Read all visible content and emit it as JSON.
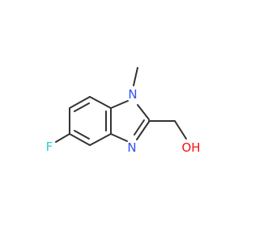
{
  "molecule": {
    "atoms": {
      "fluorine": {
        "label": "F",
        "color": "#33cccc"
      },
      "ring_nitrogen_methyl": {
        "label": "N",
        "color": "#3050f8"
      },
      "ring_nitrogen_imine": {
        "label": "N",
        "color": "#3050f8"
      },
      "hydroxyl": {
        "label": "OH",
        "color": "#ff0d0d"
      }
    },
    "bond_color": "#333333"
  }
}
